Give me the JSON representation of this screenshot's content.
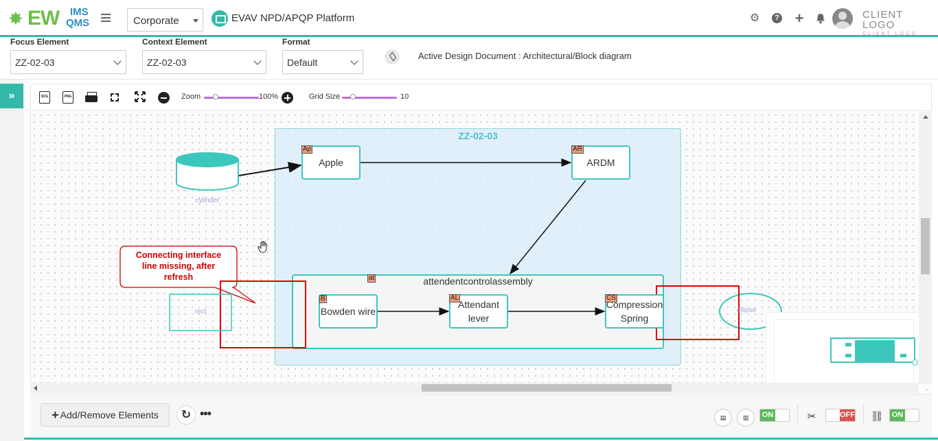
{
  "header": {
    "logo_main": "EW",
    "logo_ims": "IMS",
    "logo_qms": "QMS",
    "org_select": "Corporate",
    "platform_title": "EVAV NPD/APQP Platform",
    "client_logo": "CLIENT LOGO",
    "client_logo_sub": "CLIENT LOGO"
  },
  "filters": {
    "focus_label": "Focus Element",
    "focus_value": "ZZ-02-03",
    "context_label": "Context Element",
    "context_value": "ZZ-02-03",
    "format_label": "Format",
    "format_value": "Default",
    "active_doc": "Active Design Document : Architectural/Block diagram"
  },
  "toolbar": {
    "svg_label": "SVG",
    "png_label": "PNG",
    "zoom_label": "Zoom",
    "zoom_value": "100%",
    "grid_label": "Grid Size",
    "grid_value": "10"
  },
  "diagram": {
    "container_title": "ZZ-02-03",
    "cylinder_label": "cylinder",
    "rect_label": "rect",
    "ellipse_label": "ellipse",
    "apple": {
      "badge": "Ap",
      "label": "Apple"
    },
    "ardm": {
      "badge": "AR",
      "label": "ARDM"
    },
    "assembly": {
      "badge": "at",
      "label": "attendentcontrolassembly"
    },
    "bowden": {
      "badge": "B",
      "label": "Bowden wire"
    },
    "lever": {
      "badge": "AL",
      "label_line1": "Attendant",
      "label_line2": "lever"
    },
    "spring": {
      "badge": "CS",
      "label_line1": "Compression",
      "label_line2": "Spring"
    },
    "callout_line1": "Connecting interface",
    "callout_line2": "line missing, after",
    "callout_line3": "refresh"
  },
  "bottom": {
    "add_remove_label": "Add/Remove Elements",
    "toggle1": "ON",
    "toggle2": "OFF",
    "toggle3": "ON"
  },
  "colors": {
    "accent": "#34b8a8",
    "node_border": "#3cc7bd",
    "badge": "#f29b7a",
    "annotation_red": "#e00000",
    "callout_text": "#cc0000"
  }
}
